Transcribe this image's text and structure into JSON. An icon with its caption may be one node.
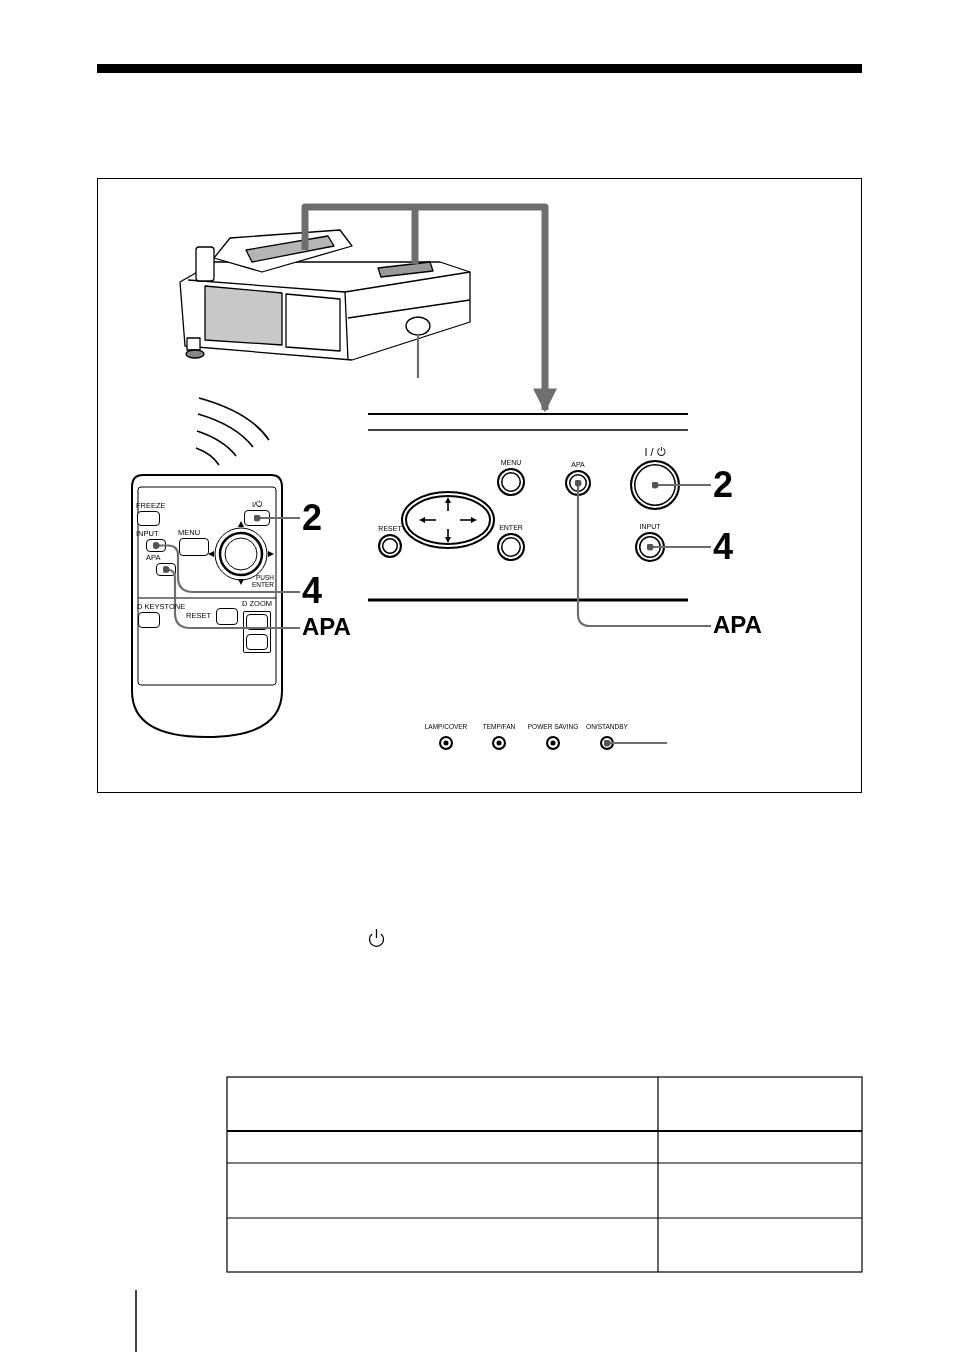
{
  "diagram": {
    "nodes": [
      {
        "text": [],
        "shape": "picture"
      },
      {
        "text": [],
        "shape": "box"
      },
      {
        "text": [
          "MENU"
        ],
        "in": 1
      },
      {
        "text": [
          "APA"
        ],
        "in": 1
      },
      {
        "text": [
          "I / ⏻"
        ],
        "in": 1
      },
      {
        "text": [
          "RESET"
        ],
        "in": 1
      },
      {
        "text": [
          "ENTER"
        ],
        "in": 1
      },
      {
        "text": [
          "INPUT"
        ],
        "in": 1
      },
      {
        "text": [
          "2"
        ]
      },
      {
        "text": [
          "4"
        ]
      },
      {
        "text": [
          "APA"
        ]
      },
      {
        "text": [],
        "shape": "box"
      },
      {
        "text": [
          "FREEZE"
        ],
        "in": 11
      },
      {
        "text": [
          "I/⏻"
        ],
        "in": 11
      },
      {
        "text": [
          "INPUT"
        ],
        "in": 11
      },
      {
        "text": [
          "MENU"
        ],
        "in": 11
      },
      {
        "text": [
          "APA"
        ],
        "in": 11
      },
      {
        "text": [
          "D KEYSTONE"
        ],
        "in": 11
      },
      {
        "text": [
          "RESET"
        ],
        "in": 11
      },
      {
        "text": [
          "D ZOOM"
        ],
        "in": 11
      },
      {
        "text": [
          "2"
        ]
      },
      {
        "text": [
          "4"
        ]
      },
      {
        "text": [
          "APA"
        ]
      },
      {
        "text": [
          "LAMP/COVER"
        ]
      },
      {
        "text": [
          "TEMP/FAN"
        ]
      },
      {
        "text": [
          "POWER SAVING"
        ]
      },
      {
        "text": [
          "ON/STANDBY"
        ]
      }
    ],
    "edges": [
      {
        "from": 0,
        "to": 1,
        "arrow": "to",
        "style": "thick"
      },
      {
        "from": null,
        "to": 0,
        "arrow": "none"
      },
      {
        "from": 8,
        "to": 4,
        "arrow": "other"
      },
      {
        "from": 9,
        "to": 7,
        "arrow": "other"
      },
      {
        "from": 10,
        "to": 3,
        "arrow": "other"
      },
      {
        "from": 20,
        "to": 13,
        "arrow": "other"
      },
      {
        "from": 21,
        "to": 14,
        "arrow": "other"
      },
      {
        "from": 22,
        "to": 16,
        "arrow": "other"
      },
      {
        "from": null,
        "to": 26,
        "arrow": "other"
      }
    ],
    "labels": [
      "PUSH ENTER"
    ]
  }
}
